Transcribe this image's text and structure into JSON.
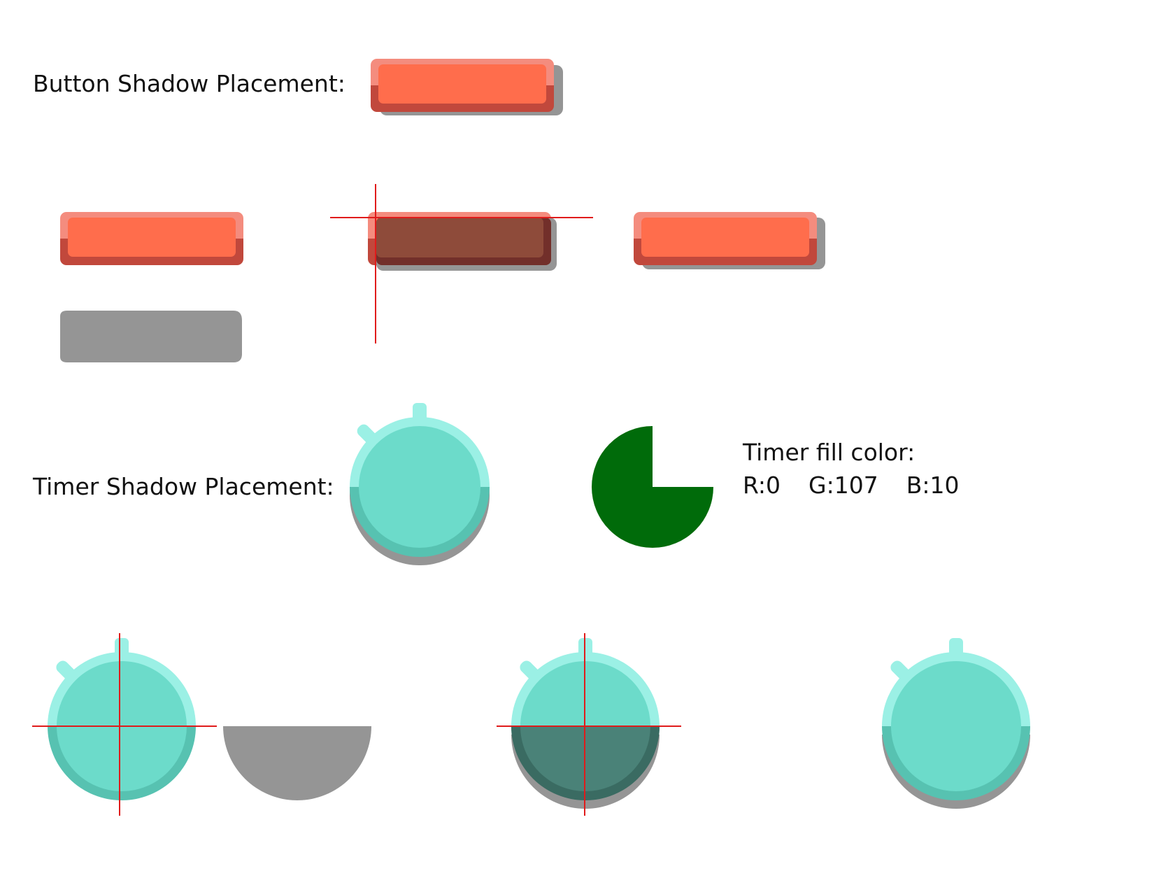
{
  "labels": {
    "button_section": "Button Shadow Placement:",
    "timer_section": "Timer Shadow Placement:",
    "fill_title": "Timer fill color:",
    "fill_r": "R:0",
    "fill_g": "G:107",
    "fill_b": "B:10"
  },
  "timer_progress": 0.75,
  "colors": {
    "button_top": "#F48C7E",
    "button_face": "#FF6D4C",
    "button_bottom": "#C1483C",
    "shadow": "#959595",
    "guide": "#E01B1B",
    "timer_top": "#9BF0E5",
    "timer_face": "#6CDBCA",
    "timer_bottom": "#57C2B1",
    "overlap_button": "#8E4B3A",
    "overlap_button_edge": "#722F2A",
    "overlap_timer": "#4A8278",
    "overlap_timer_edge": "#3A6B62",
    "timer_fill": "#006B0A"
  },
  "icons": [
    "button-icon",
    "button-shadow-icon",
    "timer-icon",
    "timer-shadow-icon",
    "guide-crosshair-icon",
    "pie-timer-icon"
  ]
}
